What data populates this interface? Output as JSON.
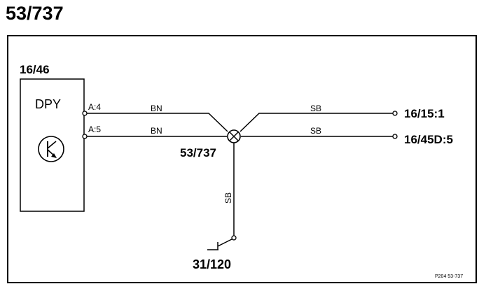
{
  "page_title": "53/737",
  "component": {
    "ref": "16/46",
    "label": "DPY",
    "pins": [
      "A:4",
      "A:5"
    ]
  },
  "wires": [
    {
      "from_pin": "A:4",
      "color_left": "BN",
      "color_right": "SB",
      "destination": "16/15:1"
    },
    {
      "from_pin": "A:5",
      "color_left": "BN",
      "color_right": "SB",
      "destination": "16/45D:5"
    }
  ],
  "splice": {
    "label": "53/737"
  },
  "ground_wire": {
    "color": "SB"
  },
  "ground": {
    "label": "31/120"
  },
  "footer_code": "P204 53-737"
}
